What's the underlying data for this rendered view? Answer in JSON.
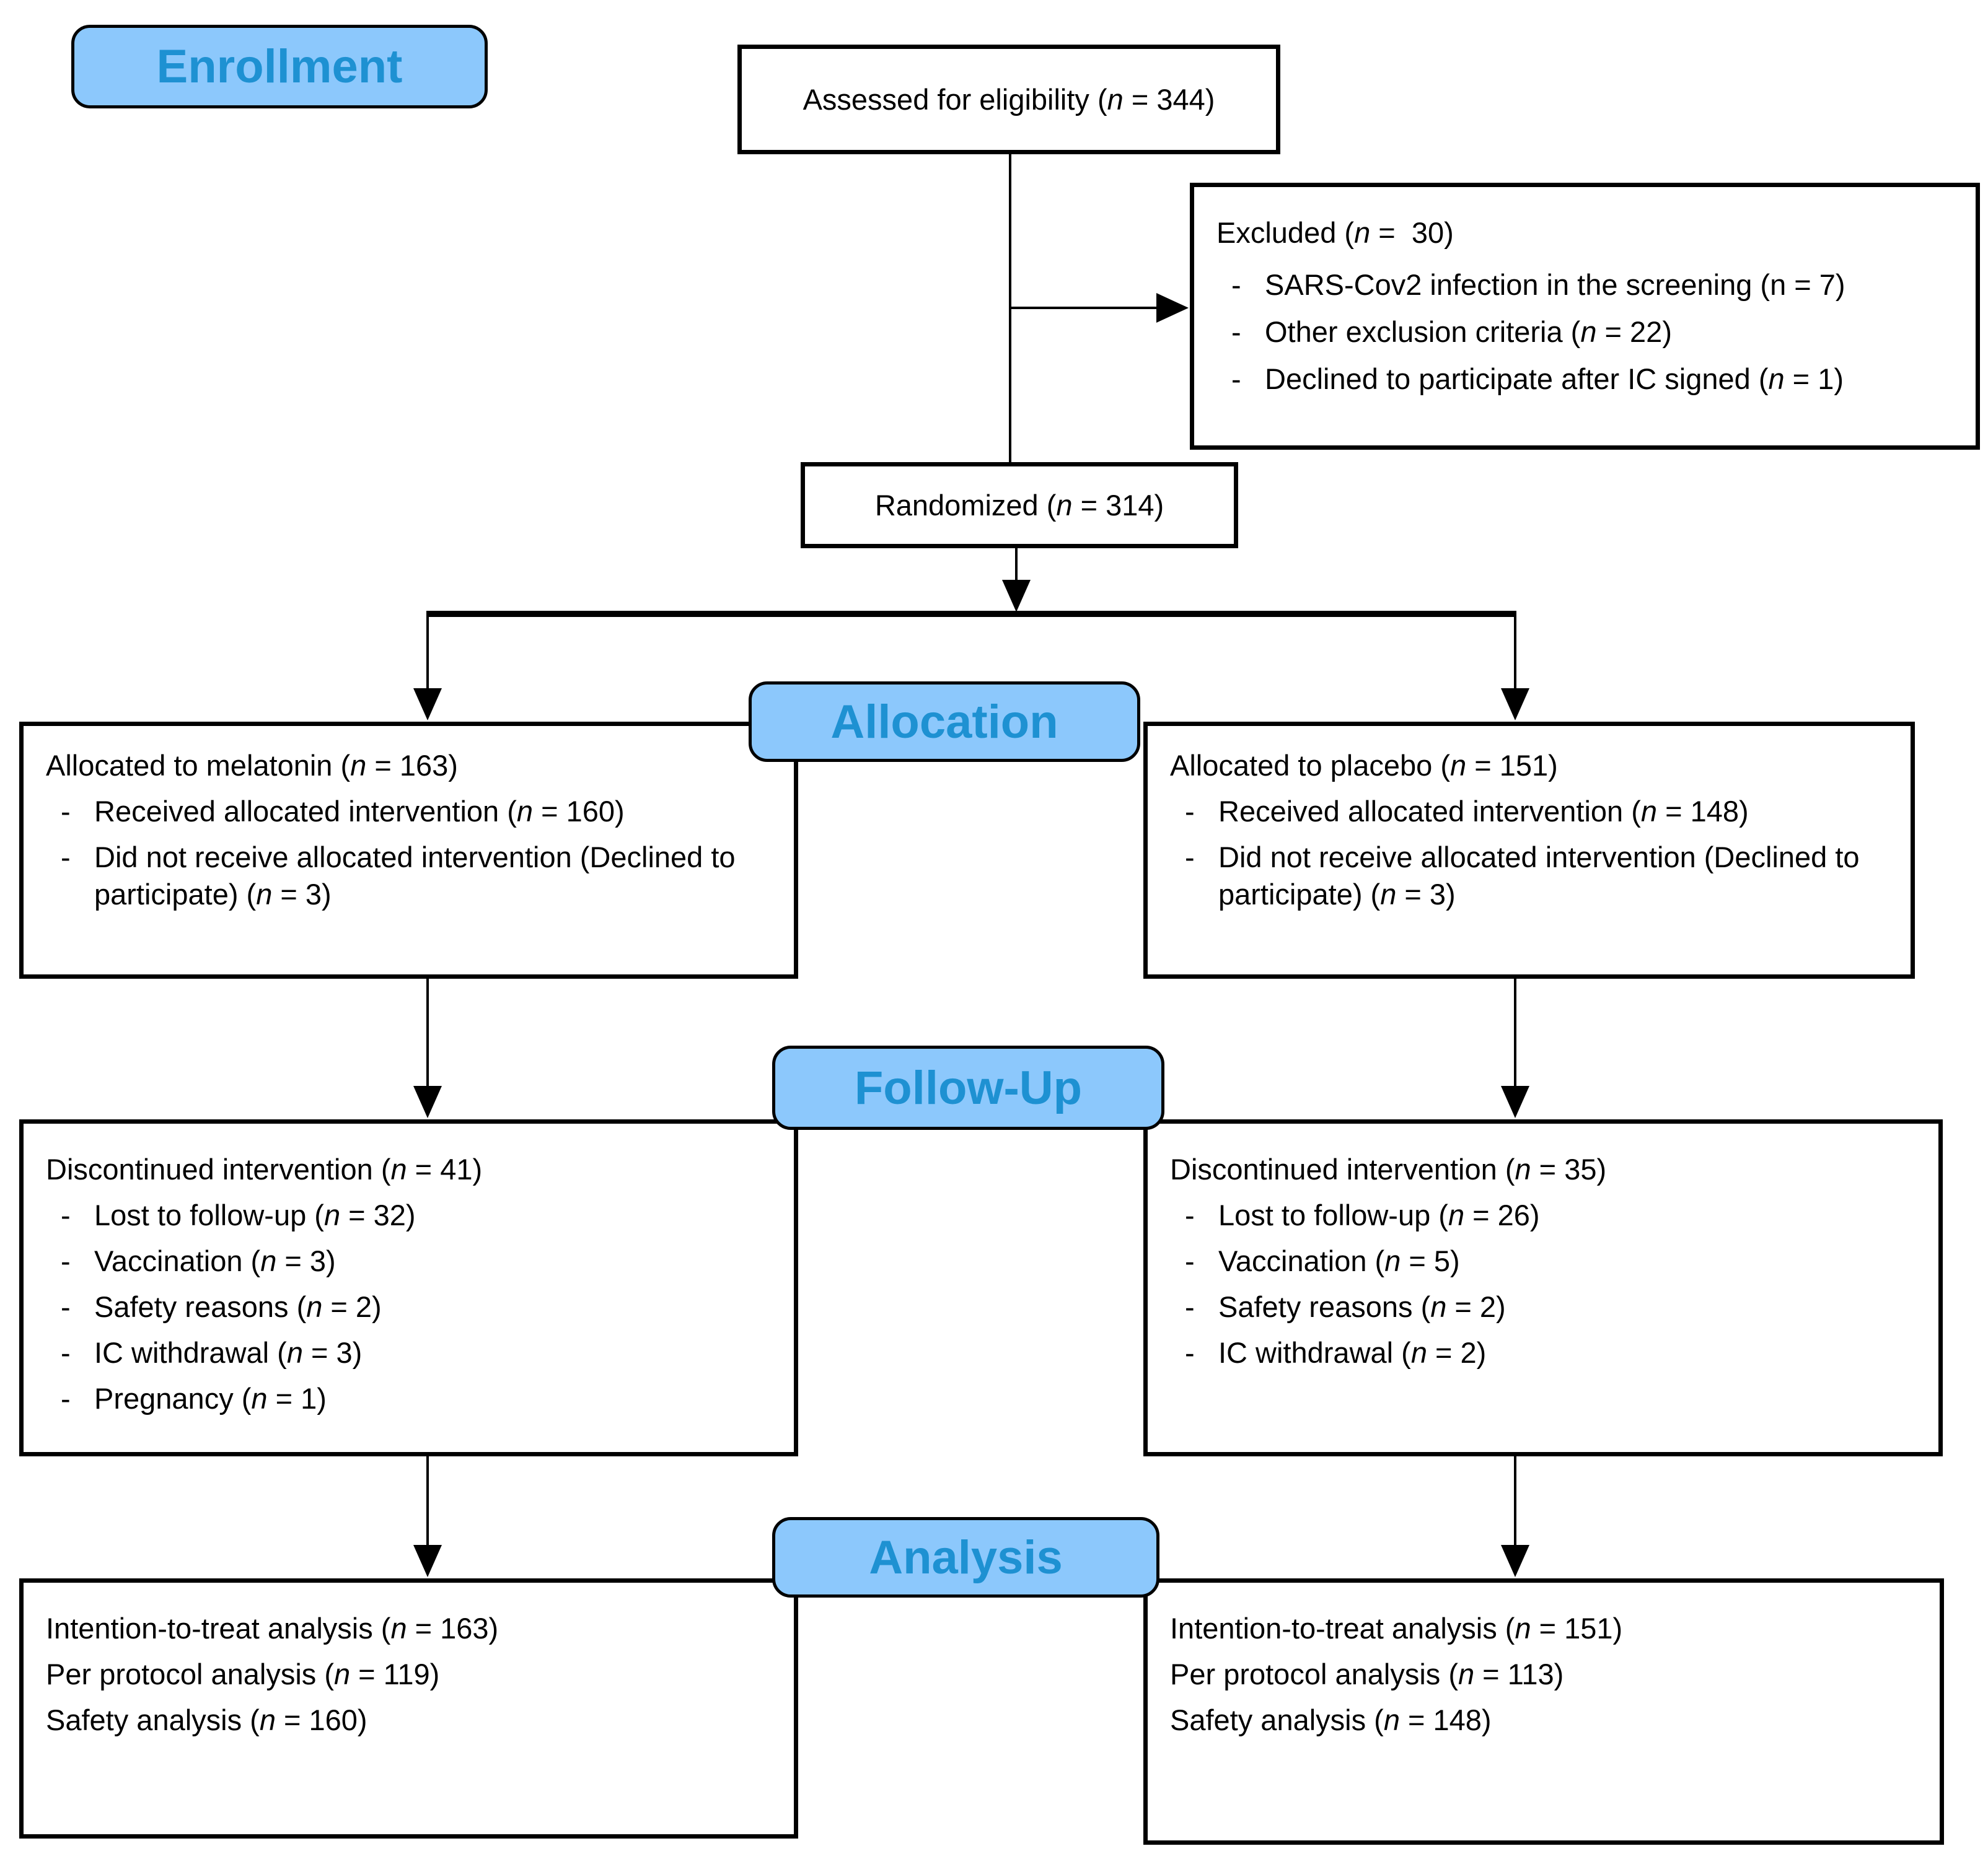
{
  "n_symbol": "n",
  "bullet": "-",
  "palette": {
    "label_fill": "#8CC8FC",
    "label_text": "#1E91D2",
    "line_color": "#000000",
    "box_fill": "#FFFFFF",
    "text_color": "#000000"
  },
  "stages": {
    "enrollment": "Enrollment",
    "allocation": "Allocation",
    "follow_up": "Follow-Up",
    "analysis": "Analysis"
  },
  "assessed": {
    "line": {
      "pre": "Assessed for eligibility (",
      "post": " = 344)",
      "italic": true
    }
  },
  "excluded": {
    "title": {
      "pre": "Excluded (",
      "post": " =  30)",
      "italic": true
    },
    "items": [
      {
        "pre": "SARS-Cov2 infection in the screening (",
        "post": " = 7)",
        "italic": false
      },
      {
        "pre": "Other exclusion criteria (",
        "post": " = 22)",
        "italic": true
      },
      {
        "pre": "Declined to participate after IC signed (",
        "post": " = 1)",
        "italic": true
      }
    ]
  },
  "randomized": {
    "line": {
      "pre": "Randomized (",
      "post": " = 314)",
      "italic": true
    }
  },
  "alloc_left": {
    "title": {
      "pre": "Allocated to melatonin (",
      "post": " = 163)",
      "italic": true
    },
    "items": [
      {
        "pre": "Received allocated intervention (",
        "post": " = 160)",
        "italic": true
      },
      {
        "pre": "Did not receive allocated intervention (Declined to participate) (",
        "post": " = 3)",
        "italic": true
      }
    ]
  },
  "alloc_right": {
    "title": {
      "pre": "Allocated to placebo (",
      "post": " = 151)",
      "italic": true
    },
    "items": [
      {
        "pre": "Received allocated intervention (",
        "post": " = 148)",
        "italic": true
      },
      {
        "pre": "Did not receive allocated intervention (Declined to participate) (",
        "post": " = 3)",
        "italic": true
      }
    ]
  },
  "followup_left": {
    "title": {
      "pre": "Discontinued intervention (",
      "post": " = 41)",
      "italic": true
    },
    "items": [
      {
        "pre": "Lost to follow-up (",
        "post": " = 32)",
        "italic": true
      },
      {
        "pre": "Vaccination (",
        "post": " = 3)",
        "italic": true
      },
      {
        "pre": "Safety reasons (",
        "post": " = 2)",
        "italic": true
      },
      {
        "pre": "IC withdrawal (",
        "post": " = 3)",
        "italic": true
      },
      {
        "pre": "Pregnancy (",
        "post": " = 1)",
        "italic": true
      }
    ]
  },
  "followup_right": {
    "title": {
      "pre": "Discontinued intervention (",
      "post": " = 35)",
      "italic": true
    },
    "items": [
      {
        "pre": "Lost to follow-up (",
        "post": " = 26)",
        "italic": true
      },
      {
        "pre": "Vaccination (",
        "post": " = 5)",
        "italic": true
      },
      {
        "pre": "Safety reasons (",
        "post": " = 2)",
        "italic": true
      },
      {
        "pre": "IC withdrawal (",
        "post": " = 2)",
        "italic": true
      }
    ]
  },
  "analysis_left": {
    "lines": [
      {
        "pre": "Intention-to-treat analysis (",
        "post": " = 163)",
        "italic": true
      },
      {
        "pre": "Per protocol analysis (",
        "post": " = 119)",
        "italic": true
      },
      {
        "pre": "Safety analysis (",
        "post": " = 160)",
        "italic": true
      }
    ]
  },
  "analysis_right": {
    "lines": [
      {
        "pre": "Intention-to-treat analysis (",
        "post": " = 151)",
        "italic": true
      },
      {
        "pre": "Per protocol analysis (",
        "post": " = 113)",
        "italic": true
      },
      {
        "pre": "Safety analysis (",
        "post": " = 148)",
        "italic": true
      }
    ]
  }
}
